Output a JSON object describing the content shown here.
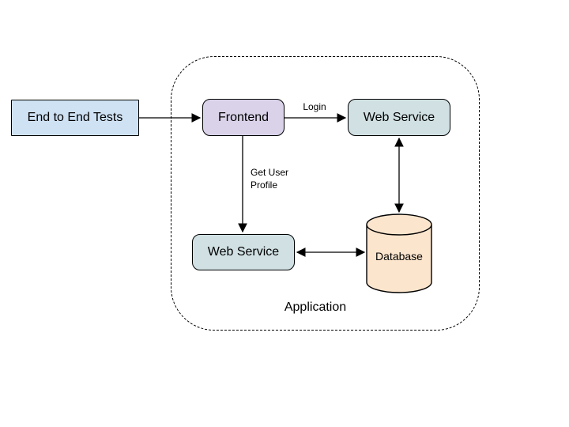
{
  "diagram": {
    "boundary": {
      "label": "Application",
      "style": "dashed-rounded-rectangle"
    },
    "nodes": {
      "e2e_tests": {
        "label": "End to End Tests",
        "fill": "#cfe2f3",
        "shape": "rectangle"
      },
      "frontend": {
        "label": "Frontend",
        "fill": "#d9d2e9",
        "shape": "rounded-rectangle"
      },
      "web_service_top": {
        "label": "Web Service",
        "fill": "#d0e0e3",
        "shape": "rounded-rectangle"
      },
      "web_service_bottom": {
        "label": "Web Service",
        "fill": "#d0e0e3",
        "shape": "rounded-rectangle"
      },
      "database": {
        "label": "Database",
        "fill": "#fce5cd",
        "shape": "cylinder"
      }
    },
    "edges": {
      "e2e_to_frontend": {
        "from": "e2e_tests",
        "to": "frontend",
        "label": "",
        "direction": "one-way"
      },
      "frontend_to_web_service_top": {
        "from": "frontend",
        "to": "web_service_top",
        "label": "Login",
        "direction": "one-way"
      },
      "frontend_to_web_service_bottom": {
        "from": "frontend",
        "to": "web_service_bottom",
        "label": "Get User Profile",
        "direction": "one-way"
      },
      "web_service_top_database": {
        "from": "web_service_top",
        "to": "database",
        "label": "",
        "direction": "two-way"
      },
      "web_service_bottom_database": {
        "from": "web_service_bottom",
        "to": "database",
        "label": "",
        "direction": "two-way"
      }
    },
    "stroke_color": "#000000",
    "background_color": "#ffffff"
  }
}
